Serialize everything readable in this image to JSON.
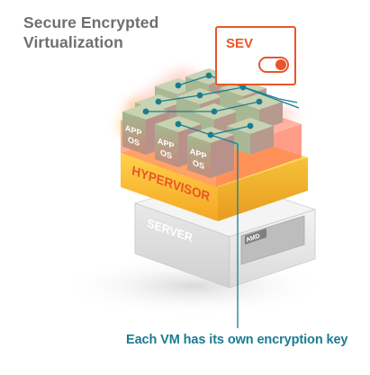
{
  "title": {
    "line1": "Secure Encrypted",
    "line2": "Virtualization"
  },
  "sev_panel": {
    "label": "SEV",
    "toggle_state": "on",
    "toggle_icon": "toggle-switch-icon"
  },
  "stack": {
    "server_label": "SERVER",
    "hypervisor_label": "HYPERVISOR",
    "vm_app_label": "APP",
    "vm_os_label": "OS",
    "chip_label": "AMD"
  },
  "caption": "Each VM has its own encryption key",
  "colors": {
    "title_gray": "#6f6f6f",
    "accent_orange": "#e8552b",
    "hypervisor_yellow": "#f7b52a",
    "vm_green": "#8fa77c",
    "key_teal": "#1a7c92",
    "server_gray": "#d9d9d9"
  }
}
